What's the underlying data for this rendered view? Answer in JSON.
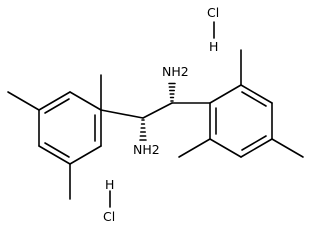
{
  "molecule": {
    "atoms": {
      "amine_top": "NH2",
      "amine_bottom": "NH2"
    },
    "salt": {
      "top_right": {
        "chlorine": "Cl",
        "hydrogen": "H"
      },
      "bottom_left": {
        "hydrogen": "H",
        "chlorine": "Cl"
      }
    }
  }
}
